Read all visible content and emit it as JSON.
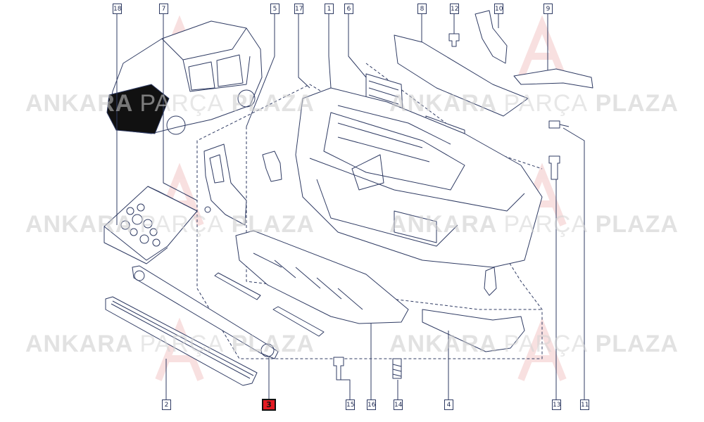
{
  "callouts": {
    "c1": "1",
    "c2": "2",
    "c3": "3",
    "c4": "4",
    "c5": "5",
    "c6": "6",
    "c7": "7",
    "c8": "8",
    "c9": "9",
    "c10": "10",
    "c11": "11",
    "c12": "12",
    "c13": "13",
    "c14": "14",
    "c15": "15",
    "c16": "16",
    "c17": "17",
    "c18": "18"
  },
  "highlighted_callout": "3",
  "watermark": {
    "word1": "ANKARA",
    "word2": "PARÇA",
    "word3": "PLAZA",
    "logo_letters": "AP"
  },
  "colors": {
    "line": "#2f3b63",
    "highlight": "#e31b23",
    "watermark": "#cccccc",
    "logo_red": "#f2b8b8"
  }
}
